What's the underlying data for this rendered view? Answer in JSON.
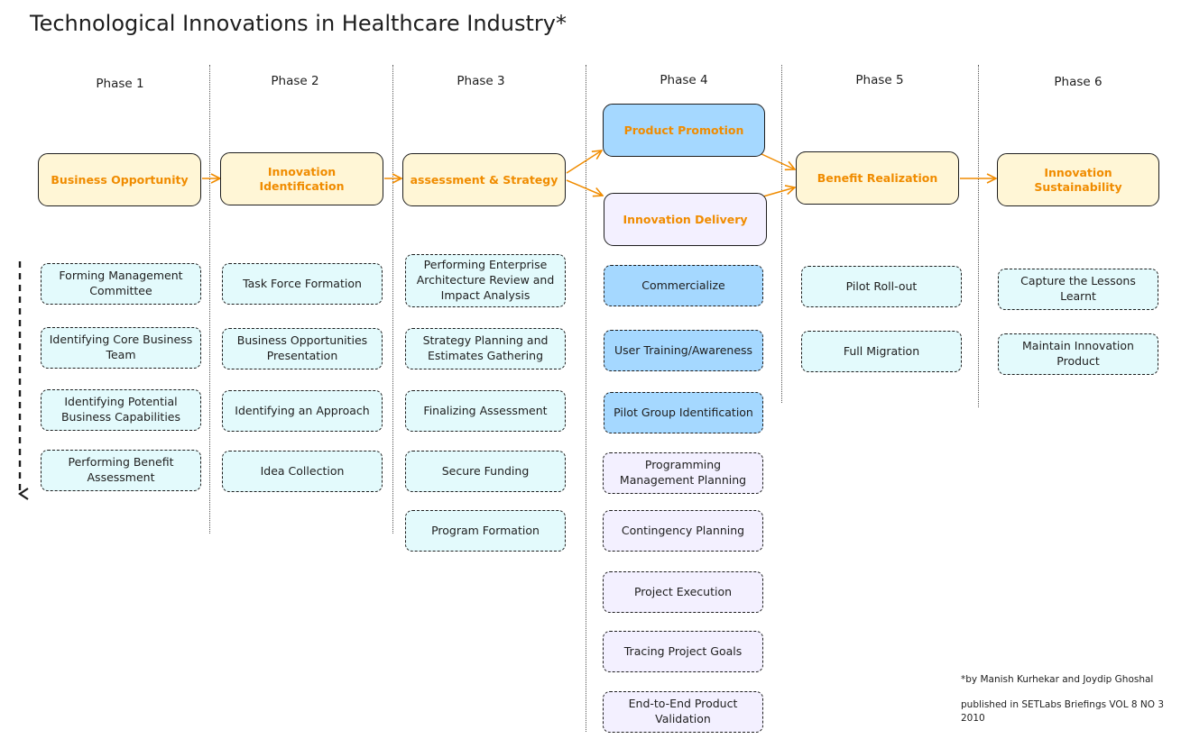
{
  "title": "Technological Innovations in Healthcare Industry*",
  "phases": [
    "Phase 1",
    "Phase 2",
    "Phase 3",
    "Phase 4",
    "Phase 5",
    "Phase 6"
  ],
  "main": {
    "business_opportunity": "Business Opportunity",
    "innovation_identification": "Innovation Identification",
    "assessment_strategy": "assessment & Strategy",
    "product_promotion": "Product Promotion",
    "innovation_delivery": "Innovation Delivery",
    "benefit_realization": "Benefit Realization",
    "innovation_sustainability": "Innovation Sustainability"
  },
  "tasks": {
    "phase1": [
      "Forming Management Committee",
      "Identifying Core Business Team",
      "Identifying Potential Business Capabilities",
      "Performing Benefit Assessment"
    ],
    "phase2": [
      "Task Force Formation",
      "Business Opportunities Presentation",
      "Identifying an Approach",
      "Idea Collection"
    ],
    "phase3": [
      "Performing Enterprise Architecture Review and Impact Analysis",
      "Strategy Planning and Estimates Gathering",
      "Finalizing Assessment",
      "Secure Funding",
      "Program Formation"
    ],
    "phase4": [
      "Commercialize",
      "User Training/Awareness",
      "Pilot Group Identification",
      "Programming Management Planning",
      "Contingency Planning",
      "Project Execution",
      "Tracing Project Goals",
      "End-to-End Product Validation"
    ],
    "phase5": [
      "Pilot Roll-out",
      "Full Migration"
    ],
    "phase6": [
      "Capture the Lessons Learnt",
      "Maintain Innovation Product"
    ]
  },
  "credit": {
    "authors": "*by Manish Kurhekar and Joydip Ghoshal",
    "publication": "published in SETLabs Briefings VOL 8 NO 3 2010"
  },
  "colors": {
    "accent_text": "#f08c00",
    "arrow": "#f08c00",
    "main_fill": "#fff6d6",
    "blue_fill": "#a5d8ff",
    "lavender_fill": "#f3f0ff",
    "cyan_fill": "#e3fafc",
    "stroke": "#1e1e1e"
  }
}
